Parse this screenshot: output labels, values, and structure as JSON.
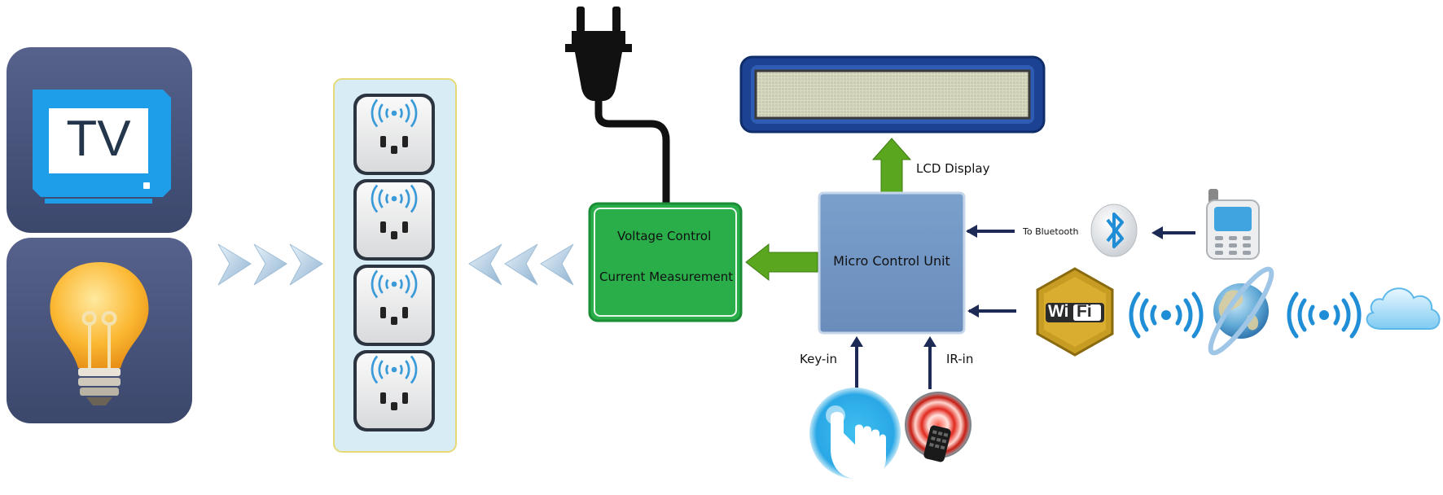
{
  "tv": {
    "label": "TV"
  },
  "voltage_box": {
    "line1": "Voltage Control",
    "line2": "Current  Measurement"
  },
  "mcu": {
    "label": "Micro Control Unit"
  },
  "labels": {
    "lcd": "LCD Display",
    "bluetooth": "To Bluetooth",
    "key_in": "Key-in",
    "ir_in": "IR-in"
  },
  "wifi": {
    "text_wi": "Wi",
    "text_fi": "Fi"
  },
  "colors": {
    "app_tile": "#46527a",
    "tv_screen": "#1e9ee8",
    "socket_panel": "#d7ecf5",
    "socket_panel_border": "#e6d978",
    "green_box": "#2aae4a",
    "green_arrow": "#5aa61f",
    "mcu_fill": "#6f93c2",
    "lcd_frame": "#1c4393",
    "lcd_screen": "#d9dbc4",
    "navy_arrow": "#1c2a55",
    "wifi_signal": "#1f8ed6"
  },
  "icons": [
    "tv-icon",
    "light-bulb-icon",
    "chevron-right-icon",
    "smart-socket-icon",
    "chevron-left-icon",
    "power-plug-icon",
    "lcd-display-icon",
    "bluetooth-icon",
    "mobile-phone-icon",
    "wifi-badge-icon",
    "wireless-signal-icon",
    "globe-icon",
    "cloud-icon",
    "touch-key-icon",
    "ir-remote-icon"
  ]
}
